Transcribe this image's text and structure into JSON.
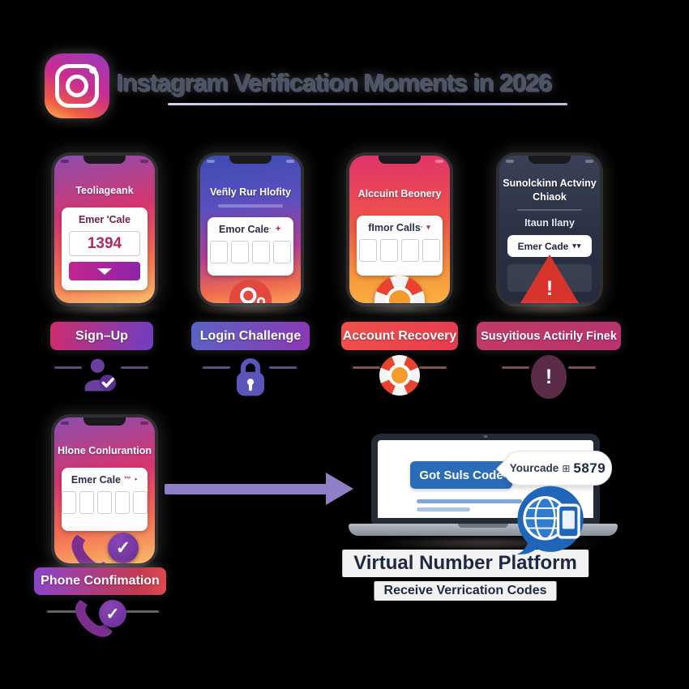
{
  "header": {
    "logo": "instagram-logo",
    "title": "Instagram Verification Moments in 2026"
  },
  "steps": [
    {
      "label": "Sign–Up",
      "icon": "user-check-icon",
      "phone": {
        "app_title": "Teoliageank",
        "card_title": "Emer 'Cale",
        "code_value": "1394",
        "button_icon": "chevron-down-icon"
      }
    },
    {
      "label": "Login Challenge",
      "icon": "lock-icon",
      "phone": {
        "app_title": "Veñly Rur Hlofity",
        "card_title": "Emor Cale",
        "card_suffix": "· ✦",
        "code_boxes": 4,
        "badge_icon": "profile-lock-icon"
      }
    },
    {
      "label": "Account Recovery",
      "icon": "lifebuoy-icon",
      "phone": {
        "app_title": "Alccuint Beonery",
        "card_title": "fImor Calls",
        "card_suffix": "· ▾",
        "code_boxes": 4,
        "badge_icon": "lifebuoy-icon"
      }
    },
    {
      "label": "Susyitious Actirily Finek",
      "icon": "alert-icon",
      "phone": {
        "app_title_line1": "Sunolckinn Actviny",
        "app_title_line2": "Chiaok",
        "subtitle": "Itaun Ilany",
        "field_value": "Emer Cade",
        "field_chevrons": "▾▾",
        "badge_icon": "warning-triangle-icon",
        "warning_glyph": "!"
      }
    }
  ],
  "confirmation": {
    "label": "Phone Confimation",
    "icon": "phone-check-icon",
    "check_glyph": "✓",
    "phone": {
      "app_title": "Hlone Conlurantion",
      "card_title": "Emer Cale",
      "card_suffix": "™ •",
      "code_boxes": 5,
      "badge_icon": "phone-check-icon"
    }
  },
  "platform": {
    "button_label": "Got Suls Code",
    "bubble": {
      "prefix": "Yourcade",
      "icon_glyph": "⊞",
      "code": "5879"
    },
    "badge_icon": "globe-phone-icon",
    "title": "Virtual Number Platform",
    "subtitle": "Receive Verrication Codes"
  },
  "colors": {
    "background": "#000000",
    "title_text": "#4d5468",
    "underline": "#c9bbe2",
    "accent_purple": "#6b3fa0",
    "accent_red": "#e8432f",
    "accent_blue": "#2b6cb8",
    "badge_signup": "#cf2d6e → #6d3fc2",
    "badge_login": "#5a63c4 → #8c38b5",
    "badge_recovery": "#ef4744",
    "badge_suspicious": "#c23a66",
    "badge_confirmation": "#8b44c9 → #e04a4e"
  }
}
